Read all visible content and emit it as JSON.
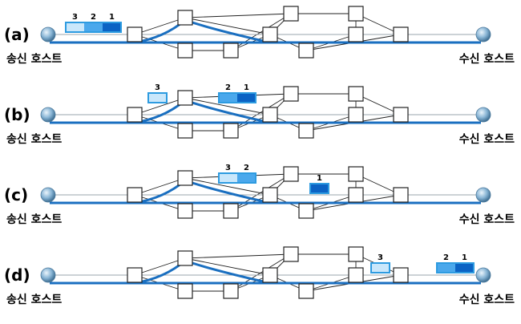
{
  "hosts": {
    "sender": "송신 호스트",
    "receiver": "수신 호스트"
  },
  "colors": {
    "route": "#1a6fc0",
    "packet_dark": "#0b63c4",
    "packet_mid": "#4aa8ec",
    "packet_light": "#c9e7fb",
    "packet_border": "#2d9be0"
  },
  "panels": [
    {
      "label": "(a)",
      "packets": [
        {
          "group": [
            "3",
            "2",
            "1"
          ]
        }
      ]
    },
    {
      "label": "(b)",
      "packets": [
        {
          "group": [
            "3"
          ]
        },
        {
          "group": [
            "2",
            "1"
          ]
        }
      ]
    },
    {
      "label": "(c)",
      "packets": [
        {
          "group": [
            "3",
            "2"
          ]
        },
        {
          "group": [
            "1"
          ]
        }
      ]
    },
    {
      "label": "(d)",
      "packets": [
        {
          "group": [
            "3"
          ]
        },
        {
          "group": [
            "2",
            "1"
          ]
        }
      ]
    }
  ]
}
